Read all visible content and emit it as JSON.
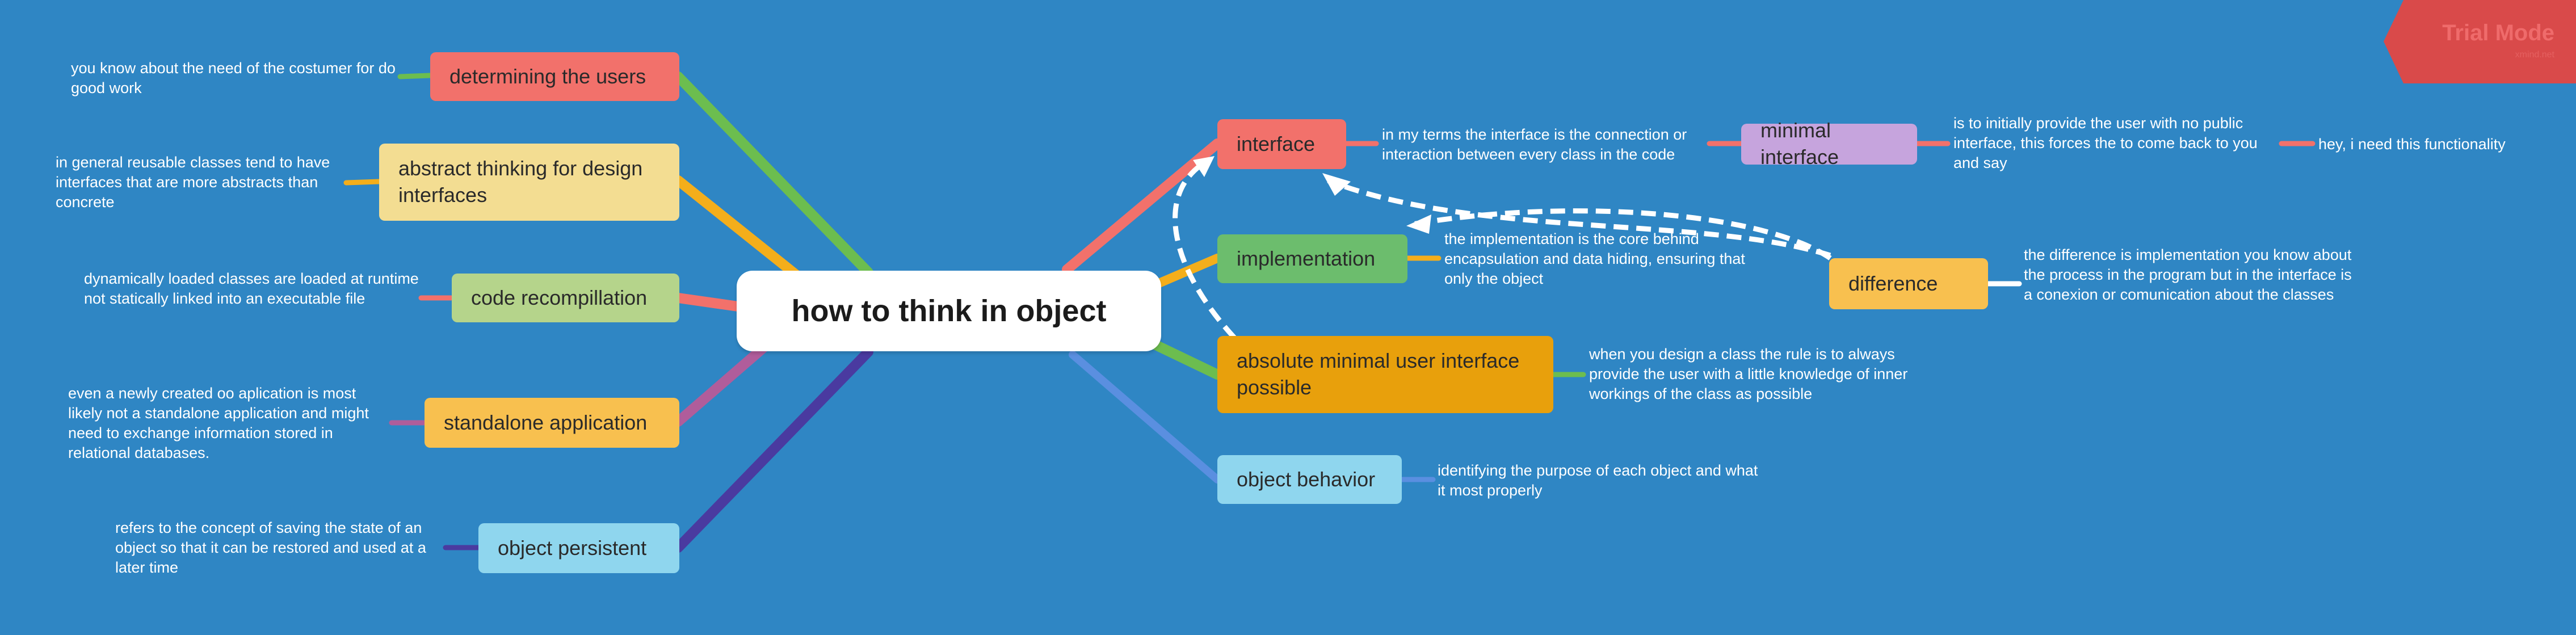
{
  "center": {
    "label": "how to think in object"
  },
  "left_branches": [
    {
      "label": "determining the users",
      "note": "you know about the need of the costumer for do good work"
    },
    {
      "label": "abstract thinking for design interfaces",
      "note": "in general reusable classes tend to have interfaces that are more abstracts than concrete"
    },
    {
      "label": "code recompillation",
      "note": "dynamically loaded classes are loaded at runtime not statically linked into an executable file"
    },
    {
      "label": "standalone application",
      "note": "even a newly created oo aplication is most likely not a standalone application and might need to exchange information stored in relational databases."
    },
    {
      "label": "object persistent",
      "note": "refers to the concept of saving the state of an object so that it can be restored and used at a later time"
    }
  ],
  "right_branches": [
    {
      "label": "interface",
      "note": "in my terms the interface is the connection or interaction between every class in the code"
    },
    {
      "label": "implementation",
      "note": "the implementation is the core behind encapsulation and data hiding, ensuring that only the object"
    },
    {
      "label": "absolute minimal user interface possible",
      "note": "when you design a class the rule is to always provide the user with a little knowledge of inner workings of the class as possible"
    },
    {
      "label": "object behavior",
      "note": "identifying the purpose of each object and what  it most properly"
    }
  ],
  "minimal_interface": {
    "label": "minimal interface",
    "note": "is to initially provide the user with no public interface, this forces the to come back to you and say",
    "tail_note": "hey, i need this functionality"
  },
  "difference": {
    "label": "difference",
    "note": "the difference is implementation you know about the process in the program but in the interface is a conexion or comunication  about the classes"
  },
  "watermark": {
    "title": "Trial Mode",
    "subtitle": "xmind.net"
  },
  "colors": {
    "background": "#2f86c4",
    "red": "#f2716b",
    "yellow_light": "#f3dd92",
    "green_light": "#b5d48b",
    "orange": "#f8c04f",
    "cyan": "#8fd6ee",
    "lavender": "#c6a4dd",
    "green": "#6cbd6d",
    "amber": "#e8a00c"
  }
}
